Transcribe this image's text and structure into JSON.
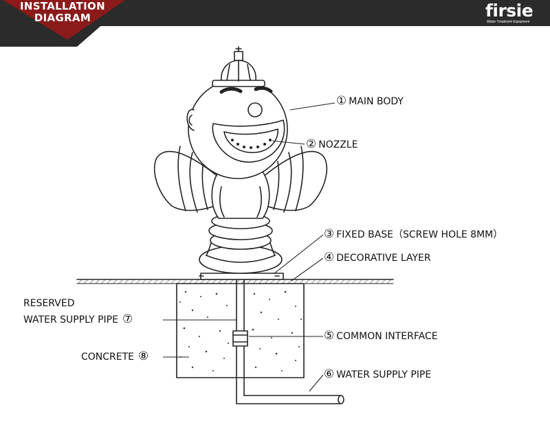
{
  "header": {
    "badge_line1": "INSTALLATION",
    "badge_line2": "DIAGRAM",
    "logo": "firsie",
    "logo_subtitle": "Water Treatment Equipment",
    "bar_color": "#2b2b2b",
    "badge_color": "#8b1a1a"
  },
  "labels": {
    "main_body": {
      "num": "①",
      "text": "MAIN BODY"
    },
    "nozzle": {
      "num": "②",
      "text": "NOZZLE"
    },
    "fixed_base": {
      "num": "③",
      "text": "FIXED BASE（SCREW HOLE 8MM）"
    },
    "decorative_layer": {
      "num": "④",
      "text": "DECORATIVE LAYER"
    },
    "common_interface": {
      "num": "⑤",
      "text": "COMMON INTERFACE"
    },
    "water_supply_pipe": {
      "num": "⑥",
      "text": "WATER SUPPLY PIPE"
    },
    "reserved_pipe_line1": "RESERVED",
    "reserved_pipe_line2": {
      "text": "WATER SUPPLY PIPE",
      "num": "⑦"
    },
    "concrete": {
      "text": "CONCRETE",
      "num": "⑧"
    }
  }
}
